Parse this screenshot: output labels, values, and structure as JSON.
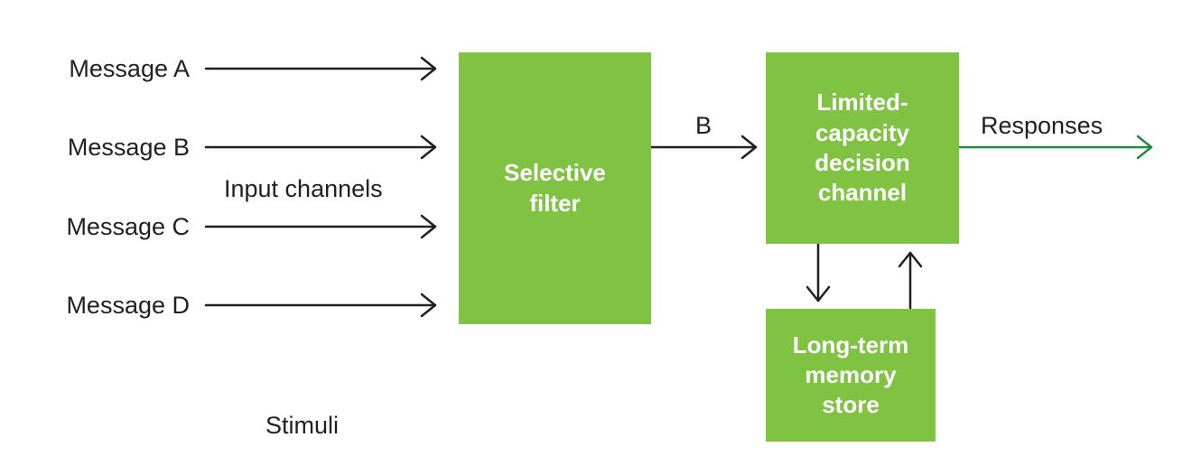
{
  "colors": {
    "box_fill": "#80c242",
    "box_text": "#ffffff",
    "line": "#231f20",
    "text": "#231f20",
    "response_arrow": "#1f8a3c"
  },
  "messages": [
    {
      "label": "Message A"
    },
    {
      "label": "Message B"
    },
    {
      "label": "Message C"
    },
    {
      "label": "Message D"
    }
  ],
  "input_channels_label": "Input channels",
  "stimuli_label": "Stimuli",
  "filter_box": {
    "label": "Selective\nfilter"
  },
  "filter_output_label": "B",
  "decision_box": {
    "label": "Limited-\ncapacity\ndecision\nchannel"
  },
  "memory_box": {
    "label": "Long-term\nmemory\nstore"
  },
  "responses_label": "Responses"
}
